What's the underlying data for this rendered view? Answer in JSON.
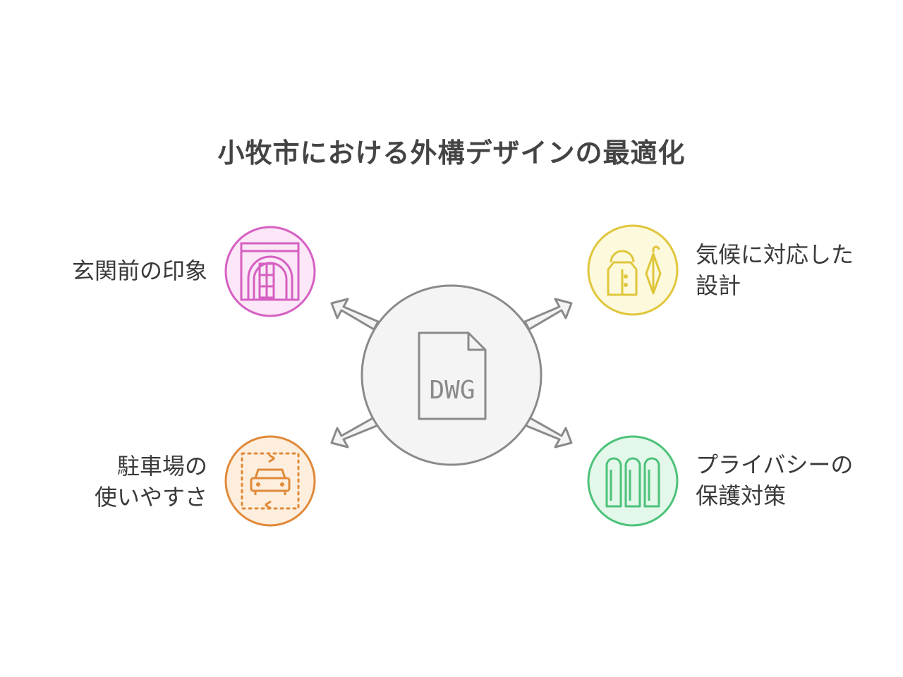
{
  "title": "小牧市における外構デザインの最適化",
  "center": {
    "icon": "dwg-file-icon",
    "text": "DWG"
  },
  "items": [
    {
      "position": "top-left",
      "lines": [
        "玄関前の印象"
      ],
      "icon": "entrance-door-icon",
      "color": "#d660c2",
      "fill": "#fbe7f7"
    },
    {
      "position": "top-right",
      "lines": [
        "気候に対応した",
        "設計"
      ],
      "icon": "raincoat-umbrella-icon",
      "color": "#e0c63c",
      "fill": "#fdf9dd"
    },
    {
      "position": "bottom-left",
      "lines": [
        "駐車場の",
        "使いやすさ"
      ],
      "icon": "parking-car-icon",
      "color": "#e08a3a",
      "fill": "#fdeedd"
    },
    {
      "position": "bottom-right",
      "lines": [
        "プライバシーの",
        "保護対策"
      ],
      "icon": "fence-icon",
      "color": "#4dc27a",
      "fill": "#e3f7ea"
    }
  ]
}
